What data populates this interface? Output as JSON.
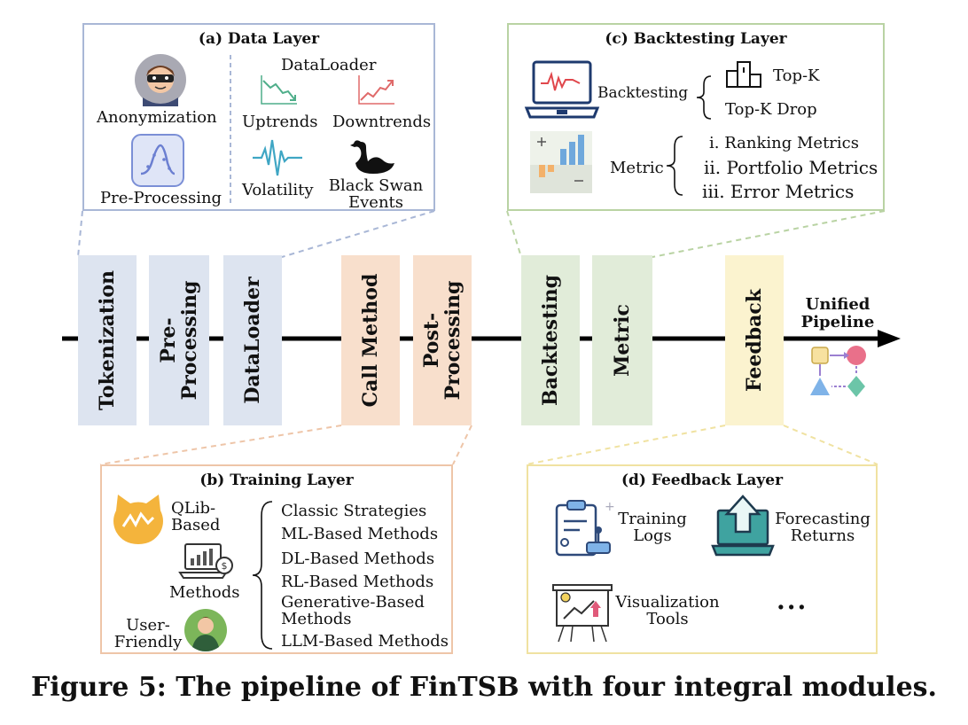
{
  "data_layer": {
    "title": "(a) Data Layer",
    "anonymization": "Anonymization",
    "preprocessing": "Pre-Processing",
    "dataloader": "DataLoader",
    "uptrends": "Uptrends",
    "downtrends": "Downtrends",
    "volatility": "Volatility",
    "black_swan_1": "Black Swan",
    "black_swan_2": "Events"
  },
  "backtesting_layer": {
    "title": "(c) Backtesting Layer",
    "backtesting": "Backtesting",
    "topk": "Top-K",
    "topk_drop": "Top-K Drop",
    "metric": "Metric",
    "ranking": "i. Ranking Metrics",
    "portfolio": "ii. Portfolio Metrics",
    "error": "iii. Error Metrics"
  },
  "pipeline": {
    "stages": [
      "Tokenization",
      "Pre-\nProcessing",
      "DataLoader",
      "Call Method",
      "Post-\nProcessing",
      "Backtesting",
      "Metric",
      "Feedback"
    ],
    "unified_1": "Unified",
    "unified_2": "Pipeline",
    "colors": {
      "blue": "#dde4f0",
      "orange": "#f8dfcc",
      "green": "#e1ecd9",
      "yellow": "#fbf3cf"
    }
  },
  "training_layer": {
    "title": "(b) Training Layer",
    "qlib_1": "QLib-",
    "qlib_2": "Based",
    "methods": "Methods",
    "user_1": "User-",
    "user_2": "Friendly",
    "items": [
      "Classic Strategies",
      "ML-Based Methods",
      "DL-Based Methods",
      "RL-Based Methods",
      "Generative-Based",
      "Methods",
      "LLM-Based Methods"
    ]
  },
  "feedback_layer": {
    "title": "(d) Feedback Layer",
    "training_1": "Training",
    "training_2": "Logs",
    "forecasting_1": "Forecasting",
    "forecasting_2": "Returns",
    "visualization_1": "Visualization",
    "visualization_2": "Tools",
    "ellipsis": "..."
  },
  "caption": "Figure 5: The pipeline of FinTSB with four integral modules."
}
